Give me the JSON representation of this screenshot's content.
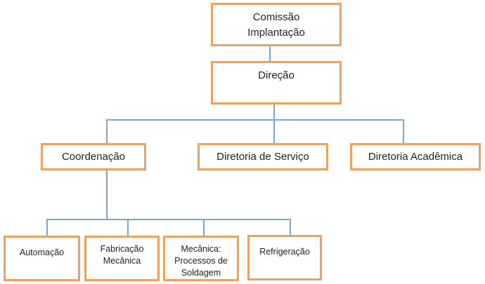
{
  "diagram": {
    "type": "org-chart",
    "colors": {
      "box_border": "#F0A05C",
      "connector": "#7EA6D4",
      "text": "#1F1F1F",
      "background": "#FFFFFF"
    },
    "nodes": {
      "comissao": {
        "label": "Comissão\nImplantação"
      },
      "direcao": {
        "label": "Direção"
      },
      "coordenacao": {
        "label": "Coordenação"
      },
      "diretoria_servico": {
        "label": "Diretoria de Serviço"
      },
      "diretoria_academica": {
        "label": "Diretoria Acadêmica"
      },
      "automacao": {
        "label": "Automação"
      },
      "fabricacao_mecanica": {
        "label": "Fabricação\nMecânica"
      },
      "mecanica_soldagem": {
        "label": "Mecânica:\nProcessos de\nSoldagem"
      },
      "refrigeracao": {
        "label": "Refrigeração"
      }
    },
    "edges": [
      {
        "from": "comissao",
        "to": "direcao"
      },
      {
        "from": "direcao",
        "to": "coordenacao"
      },
      {
        "from": "direcao",
        "to": "diretoria_servico"
      },
      {
        "from": "direcao",
        "to": "diretoria_academica"
      },
      {
        "from": "coordenacao",
        "to": "automacao"
      },
      {
        "from": "coordenacao",
        "to": "fabricacao_mecanica"
      },
      {
        "from": "coordenacao",
        "to": "mecanica_soldagem"
      },
      {
        "from": "coordenacao",
        "to": "refrigeracao"
      }
    ]
  }
}
